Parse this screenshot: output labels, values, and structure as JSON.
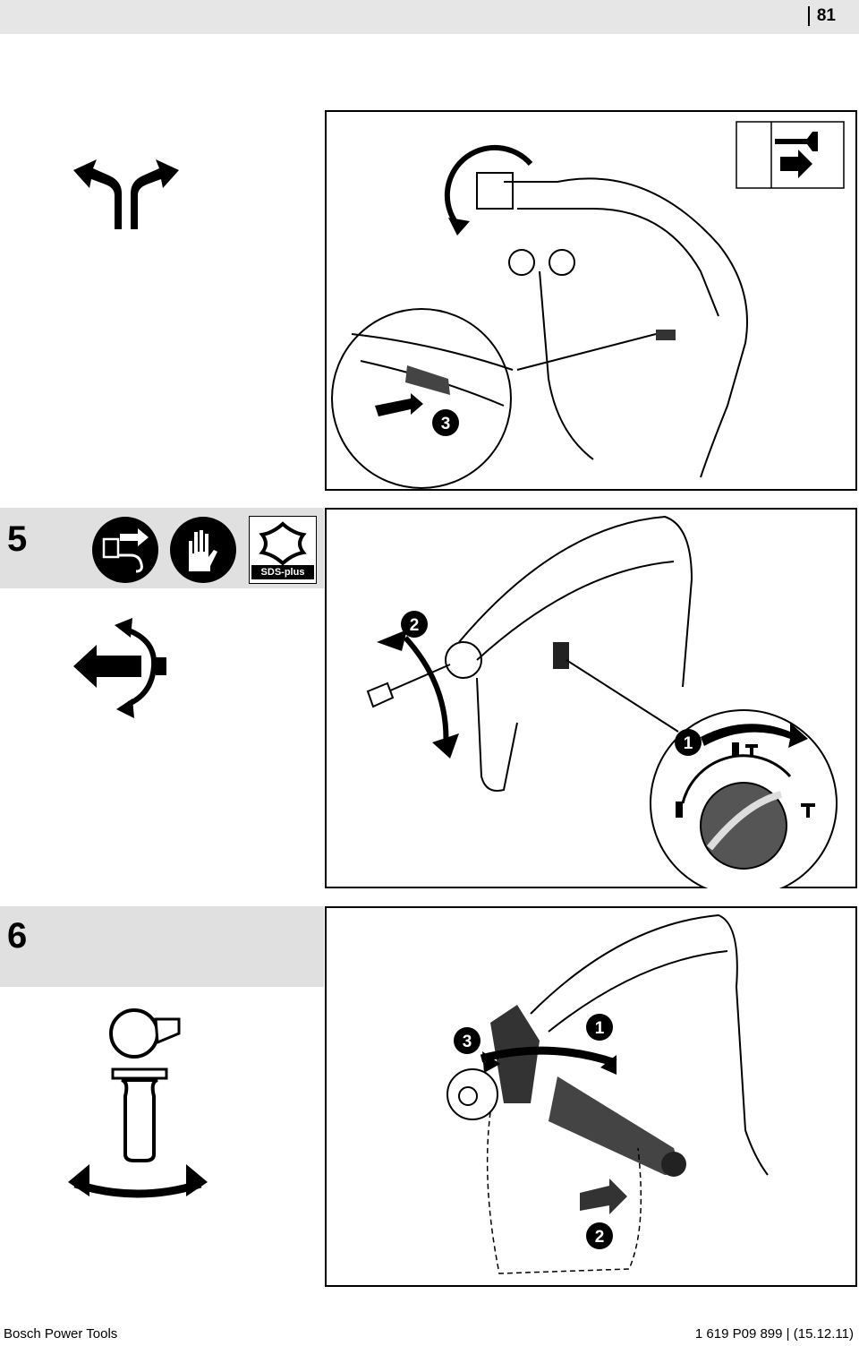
{
  "header": {
    "page_number": "81"
  },
  "steps": [
    {
      "number": "5"
    },
    {
      "number": "6"
    }
  ],
  "callouts": {
    "panel1": "3",
    "panel2_a": "2",
    "panel2_b": "1",
    "panel3_a": "3",
    "panel3_b": "1",
    "panel3_c": "2"
  },
  "sds_label": "SDS-plus",
  "icons": [
    "fork-arrow-icon",
    "unplug-icon",
    "gloves-icon",
    "sds-plus-icon",
    "insert-bit-rotate-icon",
    "side-handle-rotate-icon"
  ],
  "footer": {
    "left": "Bosch Power Tools",
    "right": "1 619 P09 899 | (15.12.11)"
  }
}
